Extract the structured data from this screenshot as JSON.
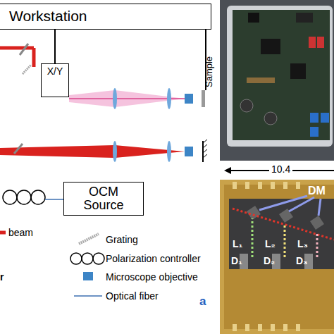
{
  "diagram": {
    "nodes": [
      {
        "text": [
          "Workstation"
        ]
      },
      {
        "text": [
          "X/Y"
        ]
      },
      {
        "text": [
          "OCM Source"
        ]
      }
    ],
    "edges": [
      {
        "from": 0,
        "to": 1,
        "arrow": "none"
      }
    ],
    "labels": [
      "Sample",
      "a",
      "10.4",
      "DM",
      "L₁",
      "L₂",
      "L₃",
      "D₁",
      "D₂",
      "D₃",
      "r"
    ],
    "legend": [
      {
        "text": "beam"
      },
      {
        "text": "Grating"
      },
      {
        "text": "Polarization controller"
      },
      {
        "text": "Microscope objective"
      },
      {
        "text": "Optical fiber"
      }
    ]
  }
}
